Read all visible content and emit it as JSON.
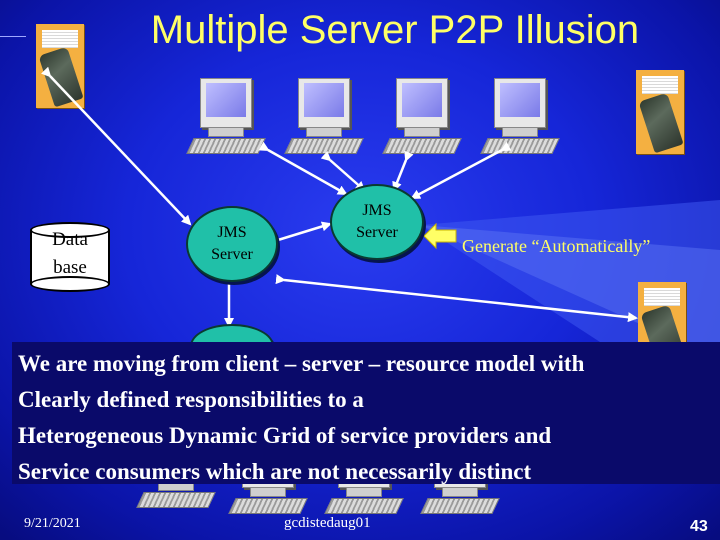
{
  "slide": {
    "title": "Multiple Server P2P Illusion",
    "database_label": [
      "Data",
      "base"
    ],
    "jms_server_left": [
      "JMS",
      "Server"
    ],
    "jms_server_center": [
      "JMS",
      "Server"
    ],
    "generate_label": "Generate “Automatically”",
    "banner_lines": [
      "We are moving from client – server – resource model with",
      "Clearly defined responsibilities to a",
      "Heterogeneous Dynamic Grid of service providers and",
      "Service consumers which are not necessarily distinct"
    ],
    "footer_date": "9/21/2021",
    "footer_center": "gcdistedaug01",
    "page_number": "43"
  },
  "colors": {
    "background": "#1626d8",
    "title": "#ffff66",
    "server_node": "#20c0a8",
    "banner": "#0a0a6a",
    "accent_yellow": "#ffff66"
  },
  "icons": [
    "phone-icon",
    "computer-icon",
    "database-icon",
    "arrow-icon"
  ]
}
